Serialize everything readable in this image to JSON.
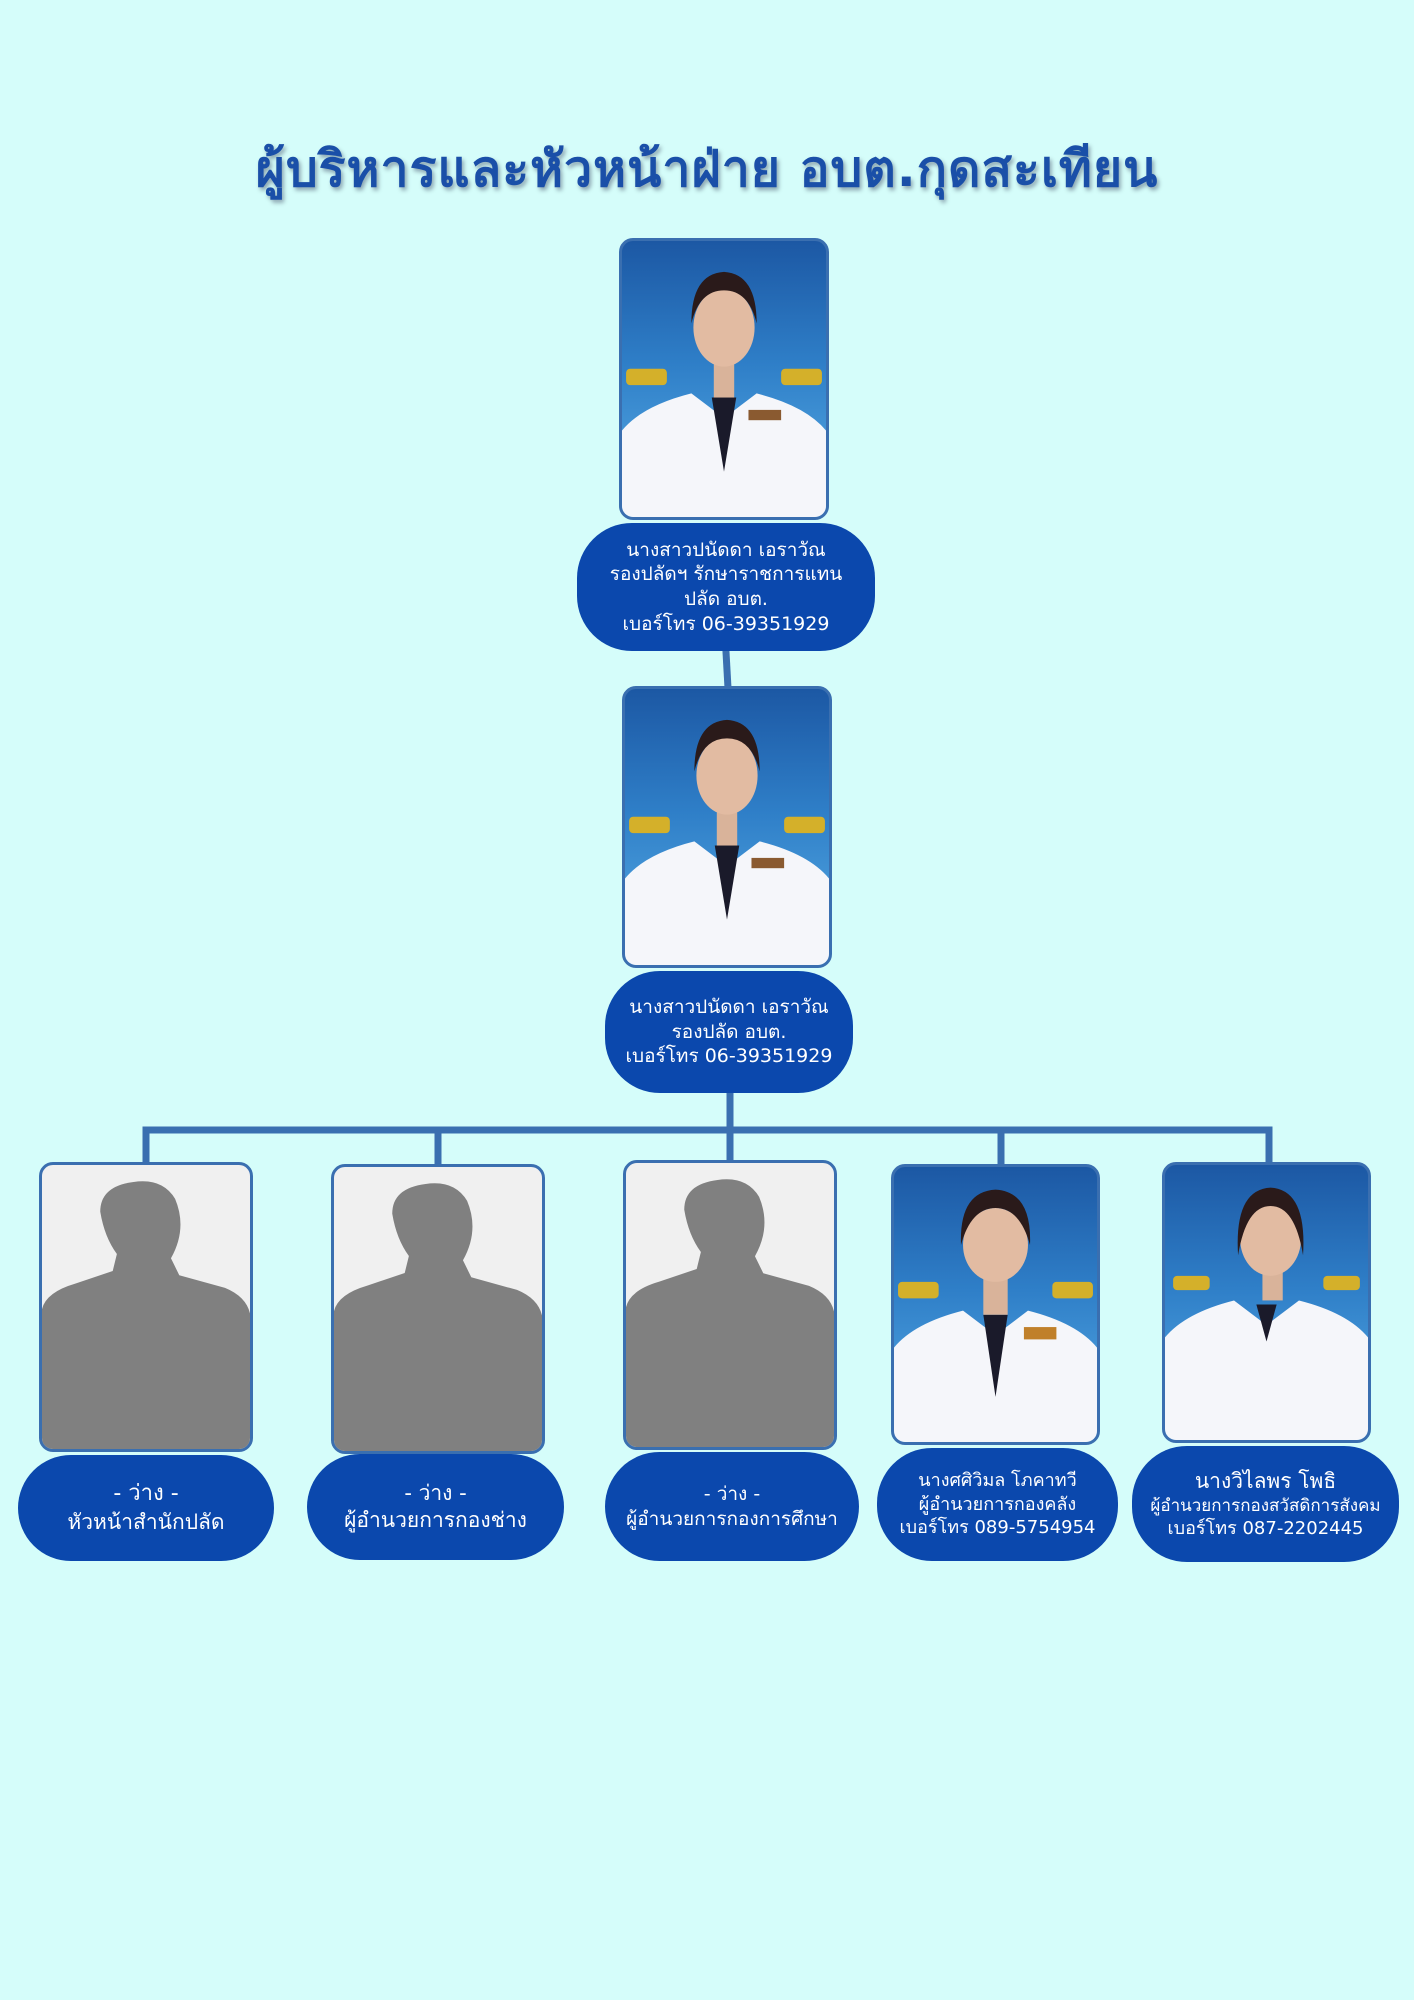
{
  "title": "ผู้บริหารและหัวหน้าฝ่าย อบต.กุดสะเทียน",
  "top": {
    "lines": [
      "นางสาวปนัดดา  เอราวัณ",
      "รองปลัดฯ รักษาราชการแทน",
      "ปลัด อบต.",
      "เบอร์โทร 06-39351929"
    ]
  },
  "second": {
    "lines": [
      "นางสาวปนัดดา  เอราวัณ",
      "รองปลัด อบต.",
      "เบอร์โทร 06-39351929"
    ]
  },
  "staff": [
    {
      "lines": [
        "- ว่าง -",
        "หัวหน้าสำนักปลัด"
      ]
    },
    {
      "lines": [
        "- ว่าง -",
        "ผู้อำนวยการกองช่าง"
      ]
    },
    {
      "lines": [
        "- ว่าง -",
        "ผู้อำนวยการกองการศึกษา"
      ]
    },
    {
      "lines": [
        "นางศศิวิมล โภคาทวี",
        "ผู้อำนวยการกองคลัง",
        "เบอร์โทร 089-5754954"
      ]
    },
    {
      "lines": [
        "นางวิไลพร โพธิ",
        "ผู้อำนวยการกองสวัสดิการสังคม",
        "เบอร์โทร 087-2202445"
      ]
    }
  ],
  "colors": {
    "background": "#d5fdfa",
    "pill": "#0b48ad",
    "line": "#3a6fb0",
    "title": "#1a4fa8"
  }
}
